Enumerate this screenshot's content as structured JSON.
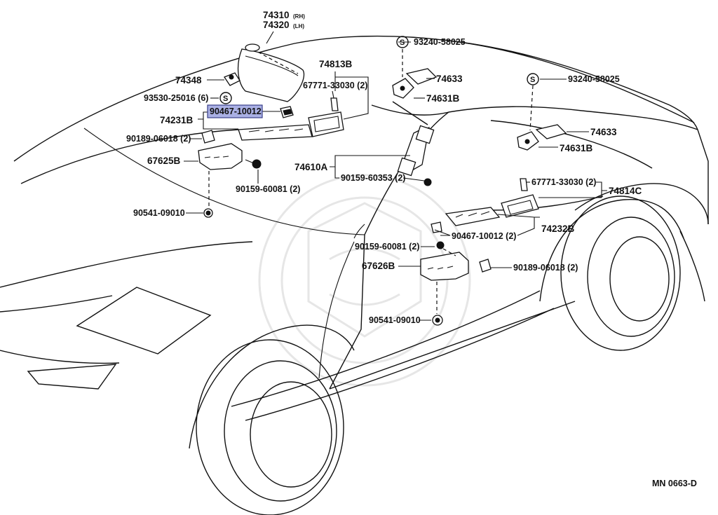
{
  "diagram": {
    "doc_code": "MN 0663-D",
    "highlighted_part": "90467-10012",
    "highlight_color": "#aab0e4",
    "labels": {
      "p74310": "74310",
      "p74310_side": "(RH)",
      "p74320": "74320",
      "p74320_side": "(LH)",
      "p74348": "74348",
      "p93530": "93530-25016 (6)",
      "p90467_hl": "90467-10012",
      "p74231B": "74231B",
      "p90189_l": "90189-06018 (2)",
      "p67625B": "67625B",
      "p90159_l": "90159-60081 (2)",
      "p90541_l": "90541-09010",
      "p74813B": "74813B",
      "p67771_l": "67771-33030 (2)",
      "p93240_a": "93240-58025",
      "p74633_a": "74633",
      "p74631B_a": "74631B",
      "p93240_b": "93240-58025",
      "p74633_b": "74633",
      "p74631B_b": "74631B",
      "p74610A": "74610A",
      "p90159_c": "90159-60353 (2)",
      "p67771_r": "67771-33030 (2)",
      "p74814C": "74814C",
      "p90467_r": "90467-10012 (2)",
      "p74232B": "74232B",
      "p90159_r": "90159-60081 (2)",
      "p67626B": "67626B",
      "p90189_r": "90189-06018 (2)",
      "p90541_r": "90541-09010",
      "s_symbol": "S"
    }
  }
}
